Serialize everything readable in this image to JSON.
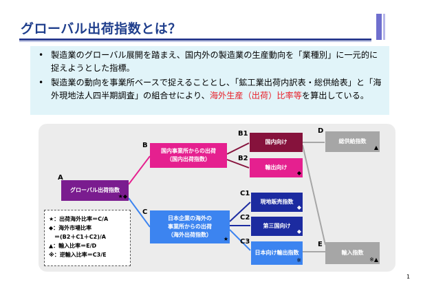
{
  "title": "グローバル出荷指数とは？",
  "bullets": [
    {
      "marker": "•",
      "text": "製造業のグローバル展開を踏まえ、国内外の製造業の生産動向を「業種別」に一元的に捉えようとした指標。"
    },
    {
      "marker": "•",
      "text_before": "製造業の動向を事業所ベースで捉えることとし、「鉱工業出荷内訳表・総供給表」と「海外現地法人四半期調査」の組合せにより、",
      "text_red": "海外生産（出荷）比率等",
      "text_after": "を算出している。"
    }
  ],
  "diagram": {
    "nodes": {
      "a": {
        "letter": "A",
        "line1": "グローバル出荷指数",
        "mark": "★◆"
      },
      "b": {
        "letter": "B",
        "line1": "国内事業所からの出荷",
        "line2": "（国内出荷指数）"
      },
      "c": {
        "letter": "C",
        "line1": "日本企業の海外の",
        "line2": "事業所からの出荷",
        "line3": "（海外出荷指数）",
        "mark": "★"
      },
      "b1": {
        "letter": "B1",
        "label": "国内向け"
      },
      "b2": {
        "letter": "B2",
        "label": "輸出向け",
        "mark": "◆"
      },
      "c1": {
        "letter": "C1",
        "label": "現地販売指数",
        "mark": "◆"
      },
      "c2": {
        "letter": "C2",
        "label": "第三国向け",
        "mark": "◆"
      },
      "c3": {
        "letter": "C3",
        "label": "日本向け輸出指数",
        "mark": "※"
      },
      "d": {
        "letter": "D",
        "label": "総供給指数",
        "mark": "▲"
      },
      "e": {
        "letter": "E",
        "label": "輸入指数",
        "mark": "※▲"
      }
    },
    "colors": {
      "purple": "#7a1c8f",
      "navy": "#1c2ba0",
      "blue": "#3c84f0",
      "maroon": "#86123c",
      "pink": "#e5208f",
      "gray": "#a6a6a6"
    },
    "legend": [
      "★：出荷海外比率＝C/A",
      "◆：海外市場比率",
      "　＝(B2＋C1＋C2)/A",
      "▲：輸入比率＝E/D",
      "※：逆輸入比率＝C3/E"
    ]
  },
  "page_number": "1"
}
